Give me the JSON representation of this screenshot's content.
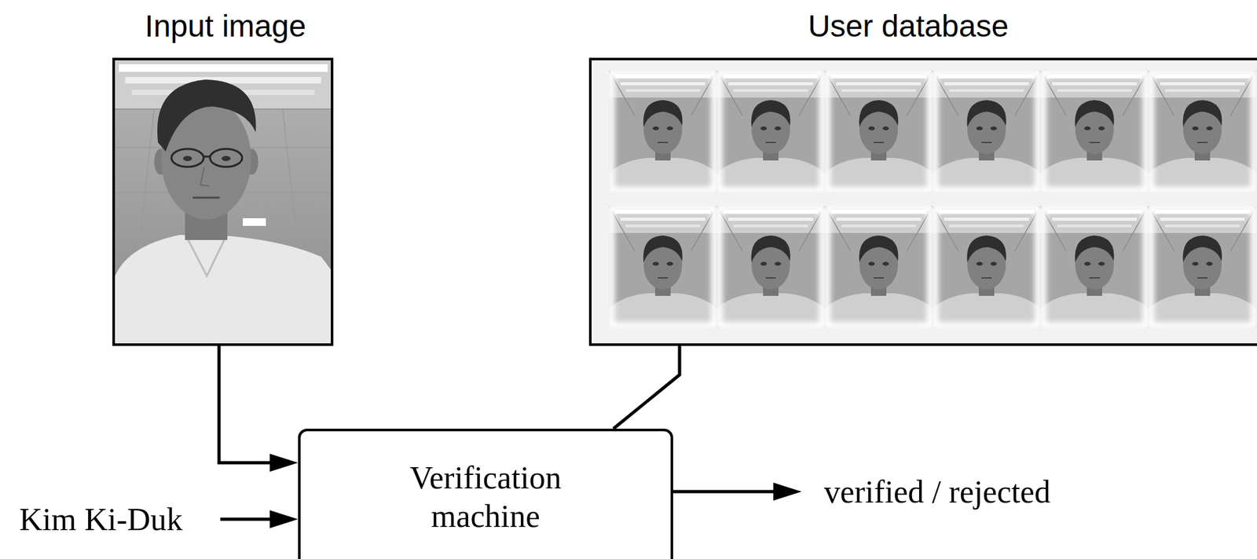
{
  "diagram": {
    "nodes": [
      {
        "text": [
          "Input image"
        ]
      },
      {
        "text": [
          "User database"
        ]
      },
      {
        "text": [
          "Verification machine"
        ]
      }
    ],
    "edges": [
      {
        "from": 0,
        "to": 2,
        "arrow": "to"
      },
      {
        "from": 1,
        "to": 2,
        "arrow": "none"
      }
    ],
    "labels": [
      "Kim Ki-Duk",
      "verified / rejected"
    ]
  }
}
